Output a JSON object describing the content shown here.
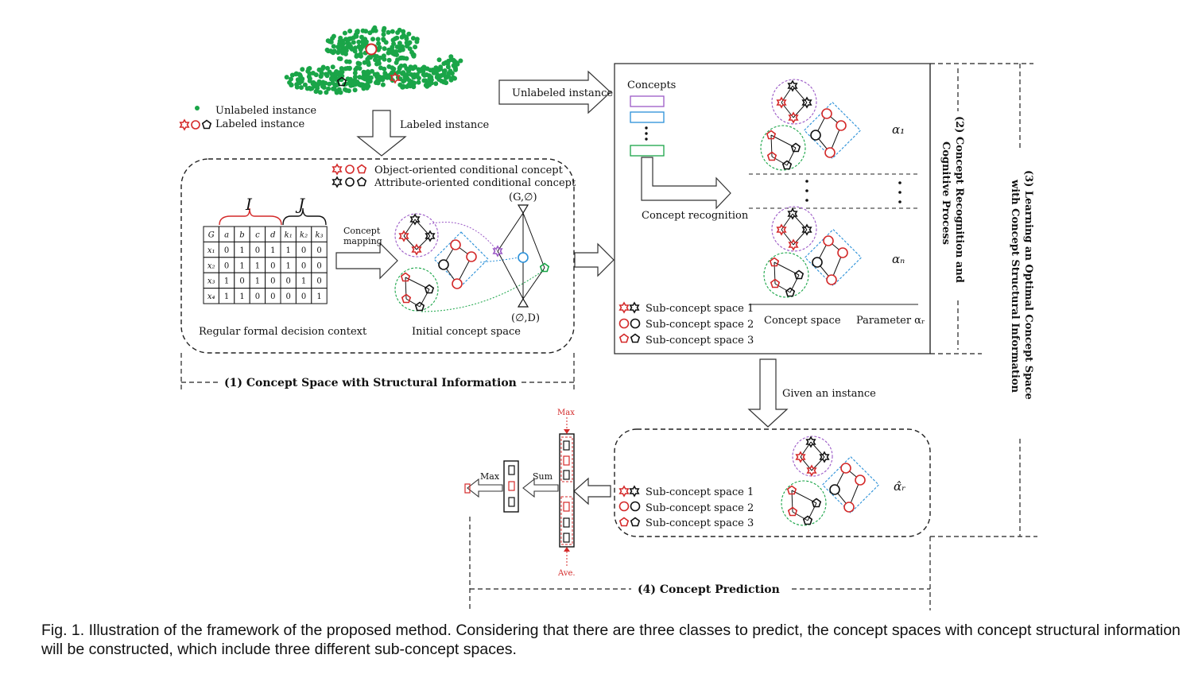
{
  "legend_top": {
    "unlabeled": "Unlabeled instance",
    "labeled": "Labeled instance"
  },
  "arrows": {
    "labeled_instance": "Labeled instance",
    "unlabeled_instance": "Unlabeled instance",
    "given_instance": "Given an instance",
    "concept_mapping_1": "Concept",
    "concept_mapping_2": "mapping",
    "concept_recognition": "Concept recognition",
    "max": "Max",
    "sum": "Sum",
    "max_red": "Max",
    "ave_red": "Ave."
  },
  "panel1": {
    "legend_object": "Object-oriented conditional concept",
    "legend_attribute": "Attribute-oriented conditional concept",
    "brace_left": "I",
    "brace_right": "J",
    "table_headers": [
      "G",
      "a",
      "b",
      "c",
      "d",
      "k₁",
      "k₂",
      "k₃"
    ],
    "table_rows": [
      [
        "x₁",
        "0",
        "1",
        "0",
        "1",
        "1",
        "0",
        "0"
      ],
      [
        "x₂",
        "0",
        "1",
        "1",
        "0",
        "1",
        "0",
        "0"
      ],
      [
        "x₃",
        "1",
        "0",
        "1",
        "0",
        "0",
        "1",
        "0"
      ],
      [
        "x₄",
        "1",
        "1",
        "0",
        "0",
        "0",
        "0",
        "1"
      ]
    ],
    "table_caption": "Regular formal decision context",
    "lattice_top": "(G,∅)",
    "lattice_bottom": "(∅,D)",
    "space_caption": "Initial concept space",
    "title": "(1) Concept Space with Structural Information"
  },
  "panel2": {
    "concepts_label": "Concepts",
    "alpha_1": "α₁",
    "alpha_n": "αₙ",
    "concept_space_label": "Concept space",
    "parameter_label": "Parameter αᵣ",
    "sub1": "Sub-concept space 1",
    "sub2": "Sub-concept space 2",
    "sub3": "Sub-concept space 3",
    "title_line1": "(2) Concept Recognition and",
    "title_line2": "Cognitive Process"
  },
  "panel3": {
    "title_line1": "(3) Learning an Optimal Concept Space",
    "title_line2": "with Concept Structural Information"
  },
  "panel4": {
    "sub1": "Sub-concept space 1",
    "sub2": "Sub-concept space 2",
    "sub3": "Sub-concept space 3",
    "alpha_hat": "α̂ᵣ",
    "title": "(4) Concept Prediction"
  },
  "caption": "Fig. 1. Illustration of the framework of the proposed method. Considering that there are three classes to predict, the concept spaces with concept structural information will be constructed, which include three different sub-concept spaces.",
  "colors": {
    "red": "#d42a2a",
    "green": "#1aa548",
    "blue": "#2a90d8",
    "purple": "#9b59c6",
    "black": "#111111"
  }
}
